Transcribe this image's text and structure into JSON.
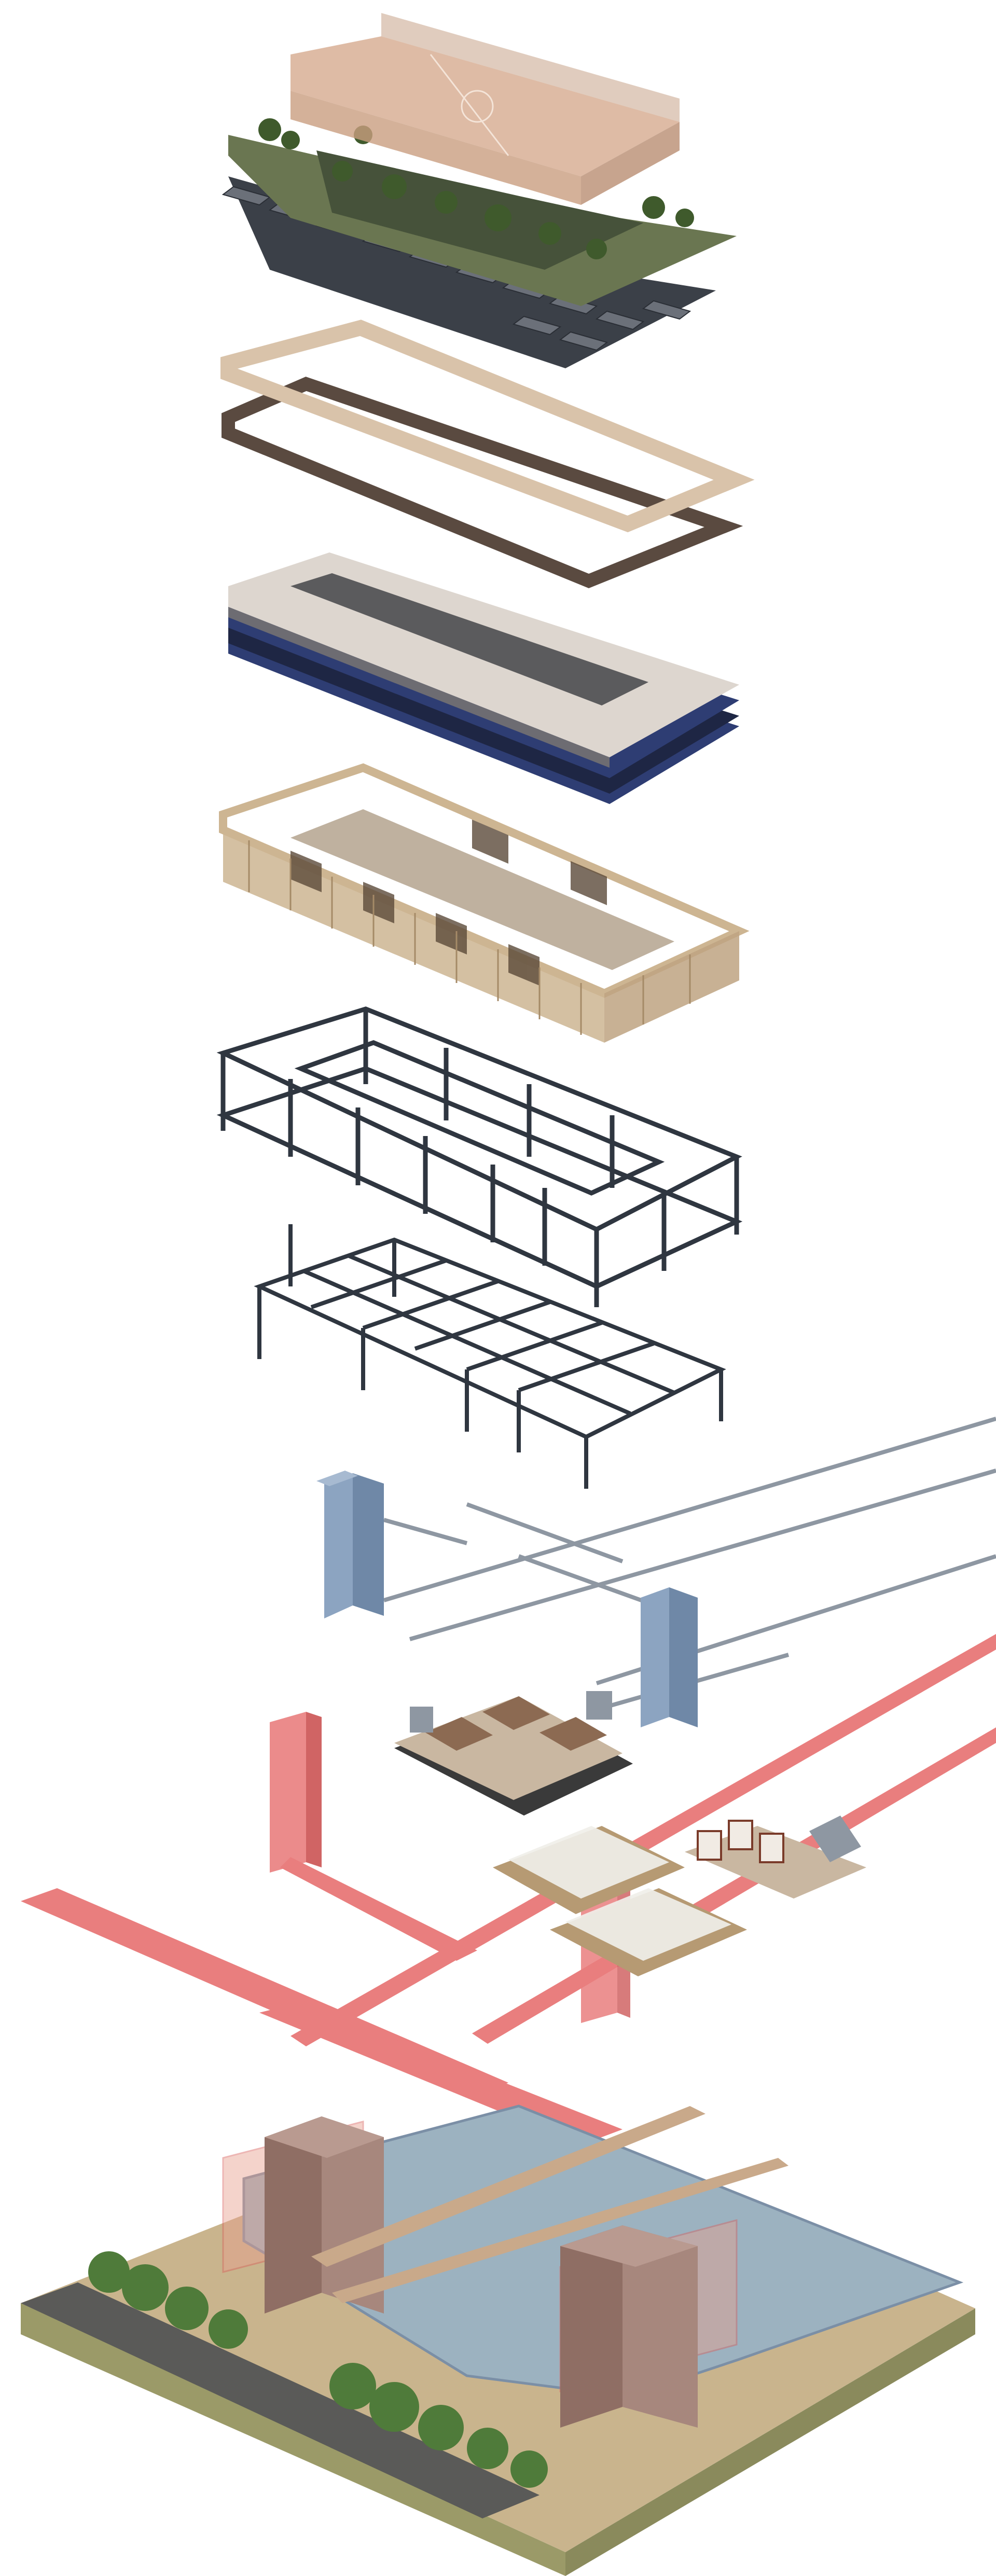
{
  "diagram": {
    "type": "exploded-axonometric",
    "text": [],
    "layers": [
      {
        "name": "roof-garden-layer",
        "colors": [
          "#caa084",
          "#5e6b4a",
          "#3b4048"
        ],
        "features": [
          "court-canopy",
          "roof-garden",
          "solar-panels"
        ]
      },
      {
        "name": "roof-edge-frame-layer",
        "colors": [
          "#d9c3aa",
          "#5a4a40"
        ]
      },
      {
        "name": "floor-slab-layer",
        "colors": [
          "#ddd6cf",
          "#5b5b5d",
          "#2e3d73"
        ]
      },
      {
        "name": "facade-screen-layer",
        "colors": [
          "#cdb592",
          "#5b4a39"
        ]
      },
      {
        "name": "upper-structural-frame-layer",
        "colors": [
          "#2f3640"
        ]
      },
      {
        "name": "lower-structural-frame-layer",
        "colors": [
          "#2f3640"
        ]
      },
      {
        "name": "vertical-services-layer",
        "colors": [
          "#8ca4c1",
          "#8e97a2"
        ]
      },
      {
        "name": "pods-and-circulation-layer",
        "colors": [
          "#e97e7e",
          "#c9b7a1",
          "#f0efe9"
        ]
      },
      {
        "name": "site-base-layer",
        "colors": [
          "#9cb2c0",
          "#8f6e64",
          "#e8a08d",
          "#c9a98a",
          "#4f7b3a",
          "#9b9a68"
        ]
      }
    ]
  }
}
